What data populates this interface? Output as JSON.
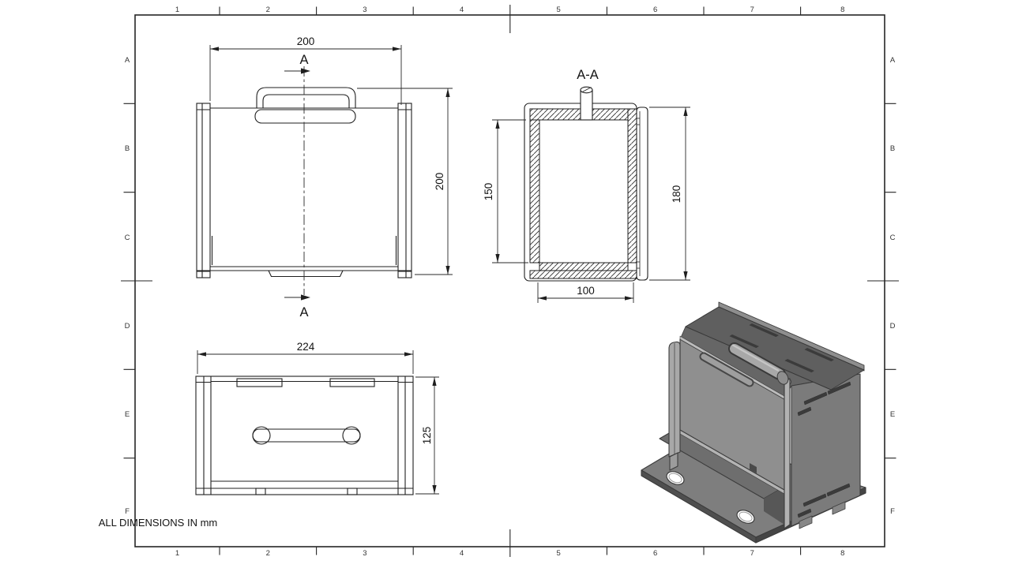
{
  "drawing": {
    "note": "ALL DIMENSIONS IN mm",
    "frame": {
      "columns": [
        "1",
        "2",
        "3",
        "4",
        "5",
        "6",
        "7",
        "8"
      ],
      "rows": [
        "A",
        "B",
        "C",
        "D",
        "E",
        "F"
      ]
    },
    "views": {
      "front": {
        "width_dim": "200",
        "height_dim": "200",
        "section_label": "A"
      },
      "section": {
        "title": "A-A",
        "inner_height_dim": "150",
        "outer_height_dim": "180",
        "inner_width_dim": "100"
      },
      "bottom": {
        "width_dim": "224",
        "height_dim": "125"
      }
    },
    "colors": {
      "line": "#1f1f1f",
      "background": "#ffffff",
      "iso_face_main": "#8f8f8f",
      "iso_face_top": "#5f5f5f",
      "iso_face_right": "#7b7b7b",
      "iso_face_plate": "#7e7e7e",
      "iso_highlight": "#b2b2b2",
      "iso_slot": "#3b3b3b"
    }
  }
}
